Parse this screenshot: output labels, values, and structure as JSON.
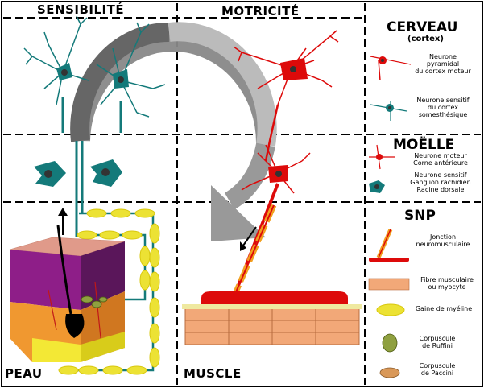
{
  "headers": {
    "sensibilite": "SENSIBILITÉ",
    "motricite": "MOTRICITÉ",
    "peau": "PEAU",
    "muscle": "MUSCLE"
  },
  "legend": {
    "cerveau": {
      "title": "CERVEAU",
      "subtitle": "(cortex)",
      "items": [
        {
          "icon": "pyramidal-neuron-icon",
          "lines": [
            "Neurone",
            "pyramidal",
            "du cortex moteur"
          ]
        },
        {
          "icon": "sensory-cortex-neuron-icon",
          "lines": [
            "Neurone sensitif",
            "du cortex",
            "somesthésique"
          ]
        }
      ]
    },
    "moelle": {
      "title": "MOËLLE",
      "items": [
        {
          "icon": "motor-neuron-icon",
          "lines": [
            "Neurone moteur",
            "Corne antérieure"
          ]
        },
        {
          "icon": "ganglion-neuron-icon",
          "lines": [
            "Neurone sensitif",
            "Ganglion rachidien",
            "Racine dorsale"
          ]
        }
      ]
    },
    "snp": {
      "title": "SNP",
      "items": [
        {
          "icon": "neuromuscular-junction-icon",
          "lines": [
            "Jonction",
            "neuromusculaire"
          ]
        },
        {
          "icon": "muscle-fiber-icon",
          "lines": [
            "Fibre musculaire",
            "ou myocyte"
          ]
        },
        {
          "icon": "myelin-sheath-icon",
          "lines": [
            "Gaine de myéline"
          ]
        },
        {
          "icon": "ruffini-corpuscle-icon",
          "lines": [
            "Corpuscule",
            "de Ruffini"
          ]
        },
        {
          "icon": "pacini-corpuscle-icon",
          "lines": [
            "Corpuscule",
            "de Paccini"
          ]
        }
      ]
    }
  },
  "colors": {
    "sensory": "#147a7a",
    "motor": "#dd0a0a",
    "myelin": "#ece234",
    "arrow_gray": "#999999",
    "muscle": "#f2a878",
    "skin_purple": "#8e1e88",
    "skin_orange": "#f09830",
    "skin_yellow": "#f3e835"
  }
}
